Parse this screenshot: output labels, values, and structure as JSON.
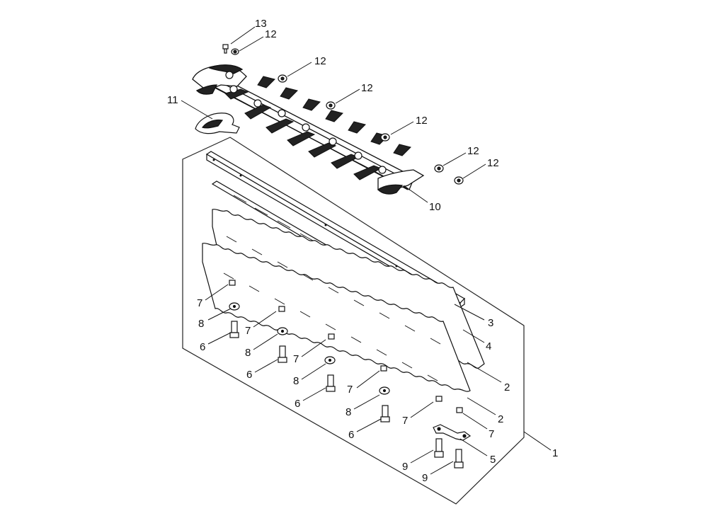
{
  "diagram": {
    "type": "exploded-parts-view",
    "callouts": [
      {
        "id": "c13a",
        "text": "13"
      },
      {
        "id": "c12a",
        "text": "12"
      },
      {
        "id": "c12b",
        "text": "12"
      },
      {
        "id": "c12c",
        "text": "12"
      },
      {
        "id": "c12d",
        "text": "12"
      },
      {
        "id": "c12e",
        "text": "12"
      },
      {
        "id": "c12f",
        "text": "12"
      },
      {
        "id": "c11",
        "text": "11"
      },
      {
        "id": "c10",
        "text": "10"
      },
      {
        "id": "c3",
        "text": "3"
      },
      {
        "id": "c4",
        "text": "4"
      },
      {
        "id": "c2a",
        "text": "2"
      },
      {
        "id": "c2b",
        "text": "2"
      },
      {
        "id": "c1",
        "text": "1"
      },
      {
        "id": "c5",
        "text": "5"
      },
      {
        "id": "c7a",
        "text": "7"
      },
      {
        "id": "c8a",
        "text": "8"
      },
      {
        "id": "c6a",
        "text": "6"
      },
      {
        "id": "c7b",
        "text": "7"
      },
      {
        "id": "c8b",
        "text": "8"
      },
      {
        "id": "c6b",
        "text": "6"
      },
      {
        "id": "c7c",
        "text": "7"
      },
      {
        "id": "c8c",
        "text": "8"
      },
      {
        "id": "c6c",
        "text": "6"
      },
      {
        "id": "c7d",
        "text": "7"
      },
      {
        "id": "c8d",
        "text": "8"
      },
      {
        "id": "c6d",
        "text": "6"
      },
      {
        "id": "c7e",
        "text": "7"
      },
      {
        "id": "c7f",
        "text": "7"
      },
      {
        "id": "c9a",
        "text": "9"
      },
      {
        "id": "c9b",
        "text": "9"
      }
    ]
  }
}
